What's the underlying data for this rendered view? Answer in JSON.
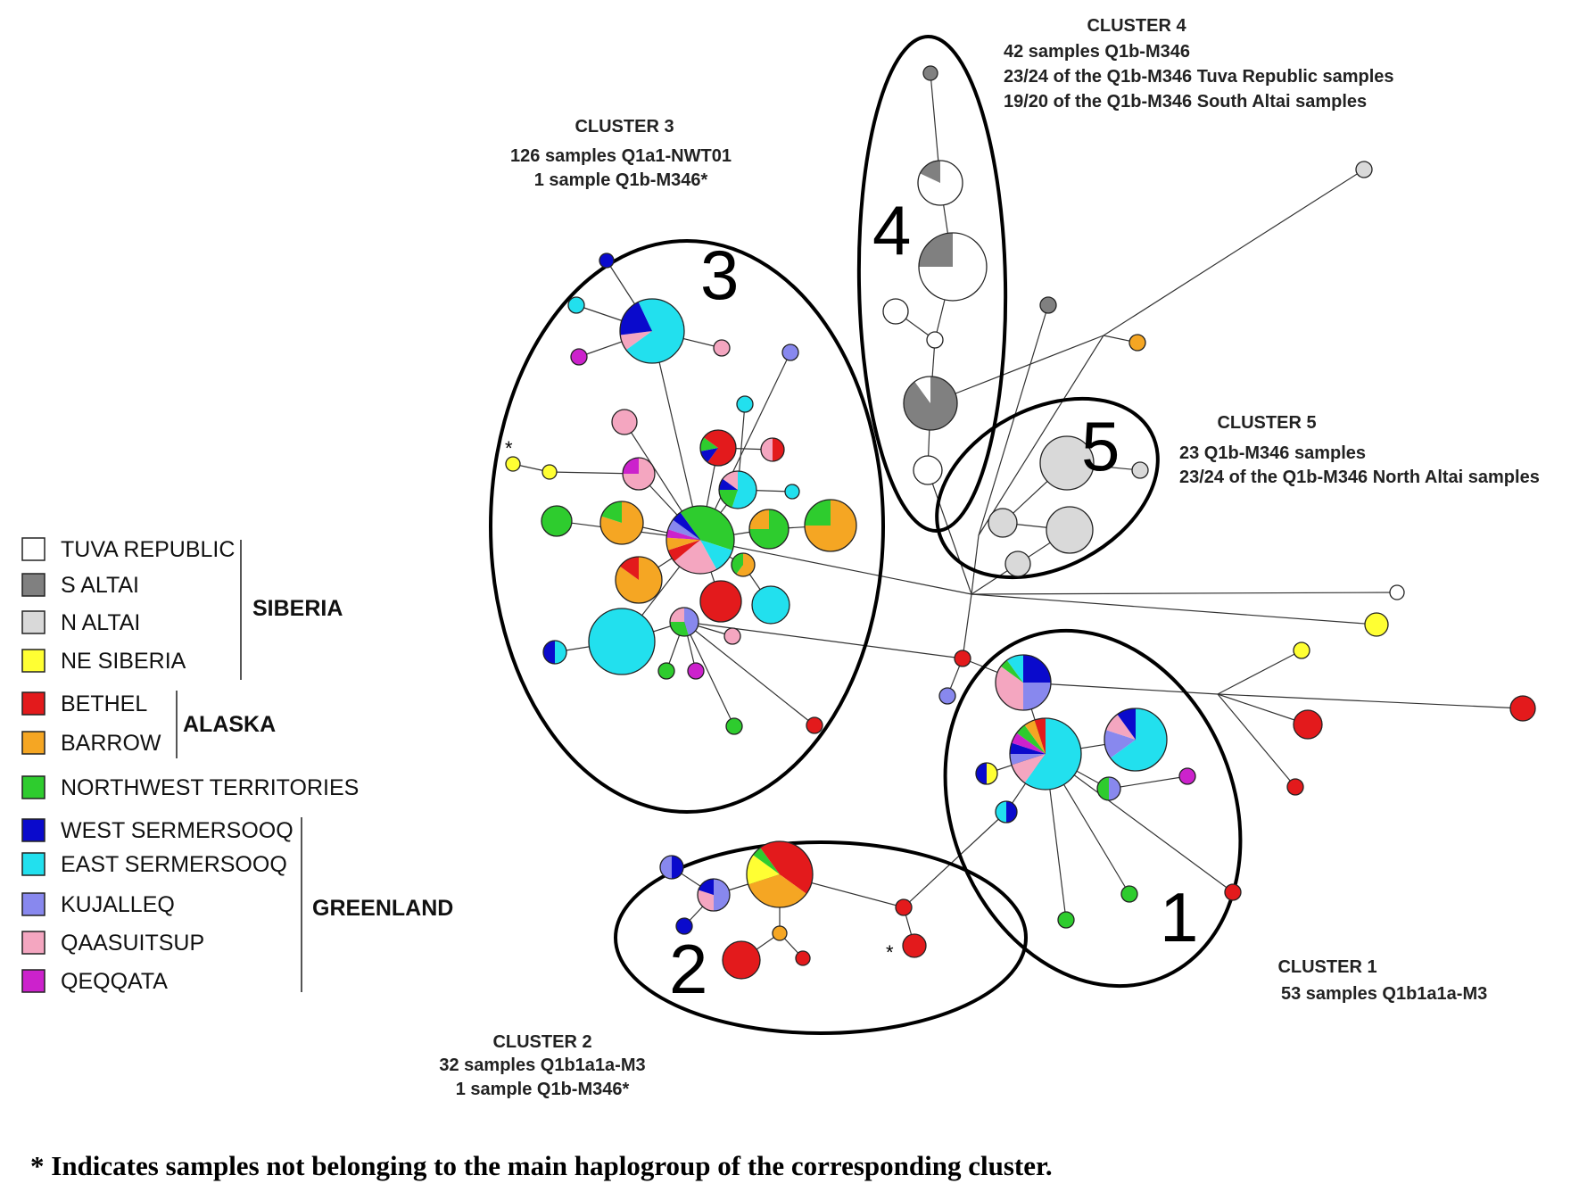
{
  "colors": {
    "tuva": "#ffffff",
    "s_altai": "#808080",
    "n_altai": "#d9d9d9",
    "ne_siberia": "#ffff33",
    "bethel": "#e31a1c",
    "barrow": "#f5a623",
    "nwt": "#2ecc2e",
    "west_sermersooq": "#0a0acc",
    "east_sermersooq": "#22e0ee",
    "kujalleq": "#8888ee",
    "qaasuitsup": "#f4a6c0",
    "qeqqata": "#cc22cc"
  },
  "clusters": {
    "c4": {
      "title": "CLUSTER 4",
      "lines": [
        "42 samples Q1b-M346",
        "23/24 of the Q1b-M346 Tuva Republic samples",
        "19/20 of the Q1b-M346 South Altai samples"
      ],
      "number": "4"
    },
    "c3": {
      "title": "CLUSTER 3",
      "lines": [
        "126 samples Q1a1-NWT01",
        "1 sample Q1b-M346*"
      ],
      "number": "3"
    },
    "c5": {
      "title": "CLUSTER 5",
      "lines": [
        "23 Q1b-M346 samples",
        "23/24 of the Q1b-M346 North Altai samples"
      ],
      "number": "5"
    },
    "c1": {
      "title": "CLUSTER 1",
      "lines": [
        "53 samples Q1b1a1a-M3"
      ],
      "number": "1"
    },
    "c2": {
      "title": "CLUSTER 2",
      "lines": [
        "32 samples Q1b1a1a-M3",
        "1 sample Q1b-M346*"
      ],
      "number": "2"
    }
  },
  "star_mark": "*",
  "legend": {
    "items": [
      {
        "label": "TUVA REPUBLIC",
        "color": "#ffffff"
      },
      {
        "label": "S ALTAI",
        "color": "#808080"
      },
      {
        "label": "N ALTAI",
        "color": "#d9d9d9"
      },
      {
        "label": "NE SIBERIA",
        "color": "#ffff33"
      },
      {
        "label": "BETHEL",
        "color": "#e31a1c"
      },
      {
        "label": "BARROW",
        "color": "#f5a623"
      },
      {
        "label": "NORTHWEST TERRITORIES",
        "color": "#2ecc2e"
      },
      {
        "label": "WEST SERMERSOOQ",
        "color": "#0a0acc"
      },
      {
        "label": "EAST SERMERSOOQ",
        "color": "#22e0ee"
      },
      {
        "label": "KUJALLEQ",
        "color": "#8888ee"
      },
      {
        "label": "QAASUITSUP",
        "color": "#f4a6c0"
      },
      {
        "label": "QEQQATA",
        "color": "#cc22cc"
      }
    ],
    "groups": [
      "SIBERIA",
      "ALASKA",
      "GREENLAND"
    ]
  },
  "footnote": "* Indicates samples not belonging to the main haplogroup of the corresponding cluster."
}
